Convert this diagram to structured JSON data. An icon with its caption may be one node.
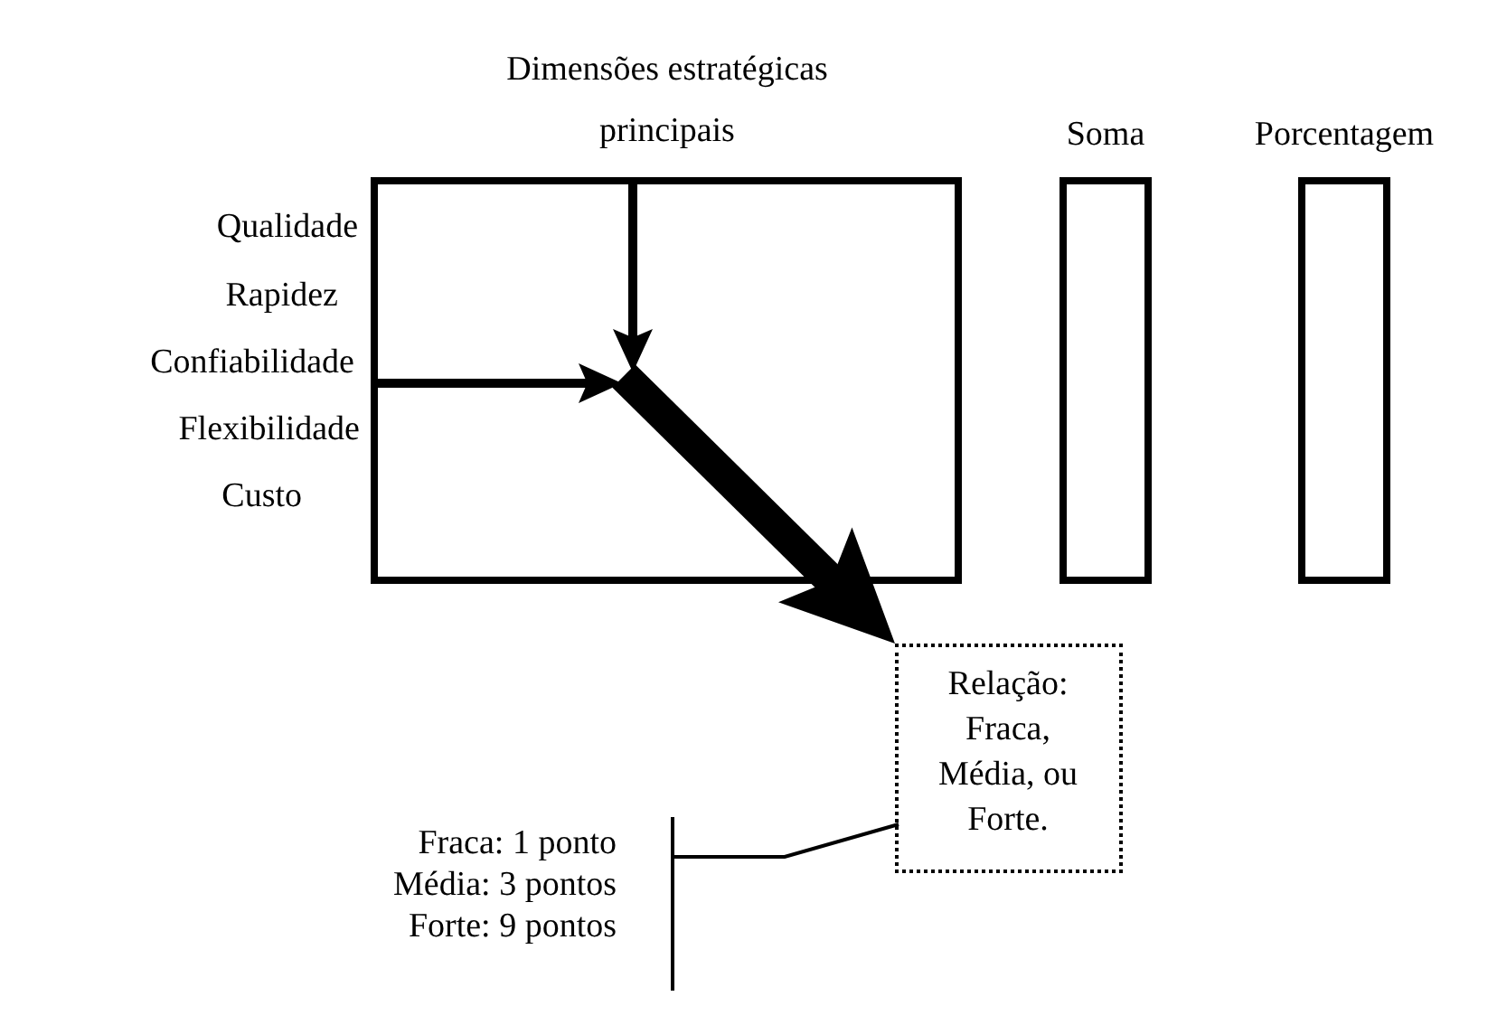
{
  "diagram": {
    "nodes": [
      {
        "text": [
          "Dimensões estratégicas principais"
        ]
      },
      {
        "text": [
          "Soma"
        ]
      },
      {
        "text": [
          "Porcentagem"
        ]
      },
      {
        "text": [
          "Relação: Fraca, Média, ou Forte."
        ]
      },
      {
        "text": [
          "Fraca: 1 ponto",
          "Média: 3 pontos",
          "Forte: 9 pontos"
        ]
      }
    ],
    "edges": [
      {
        "from": null,
        "to": 0,
        "arrow": "to"
      },
      {
        "from": null,
        "to": 0,
        "arrow": "to"
      },
      {
        "from": 0,
        "to": 3,
        "arrow": "to",
        "style": "thick"
      },
      {
        "from": 3,
        "to": 4,
        "arrow": "none"
      }
    ],
    "labels": [
      "Qualidade",
      "Rapidez",
      "Confiabilidade",
      "Flexibilidade",
      "Custo"
    ]
  }
}
